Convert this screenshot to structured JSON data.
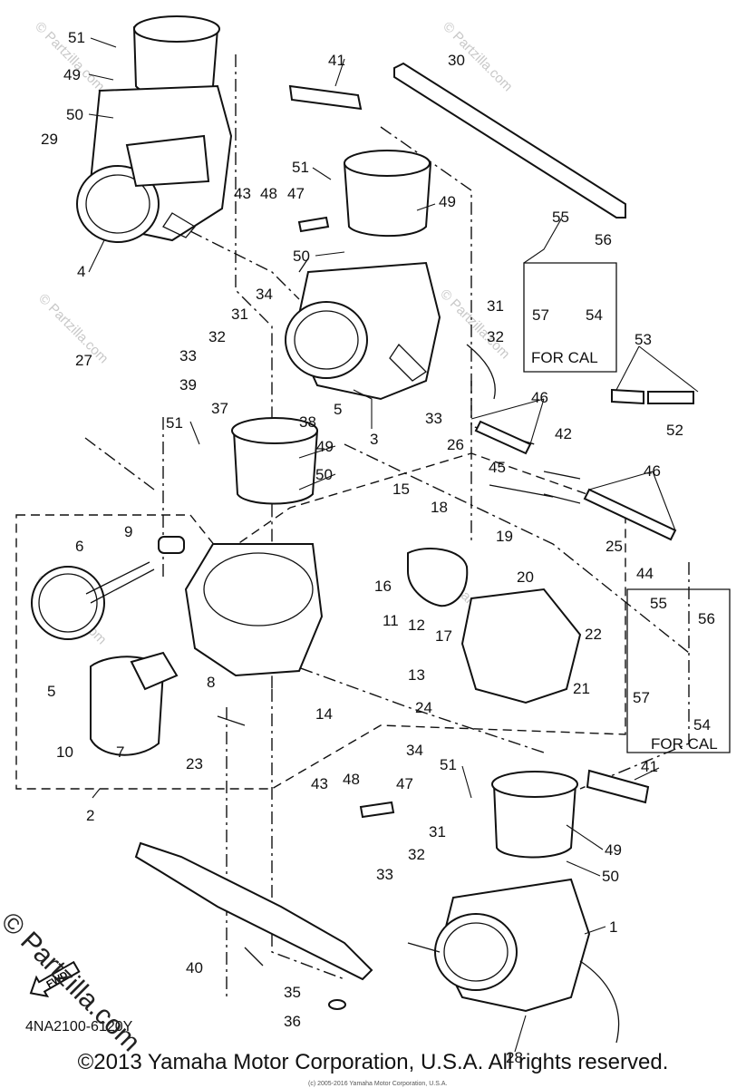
{
  "diagram_code": "4NA2100-6120Y",
  "copyright": "©2013 Yamaha Motor Corporation, U.S.A. All rights reserved.",
  "watermark": "© Partzilla.com",
  "small_print": "(c) 2005-2016 Yamaha Motor Corporation, U.S.A.",
  "fwd_label": "FWD",
  "for_cal_label": "FOR CAL",
  "callouts": [
    "1",
    "2",
    "3",
    "4",
    "5",
    "6",
    "7",
    "8",
    "9",
    "10",
    "11",
    "12",
    "13",
    "14",
    "15",
    "16",
    "17",
    "18",
    "19",
    "20",
    "21",
    "22",
    "23",
    "24",
    "25",
    "26",
    "27",
    "28",
    "29",
    "30",
    "31",
    "32",
    "33",
    "34",
    "35",
    "36",
    "37",
    "38",
    "39",
    "40",
    "41",
    "42",
    "43",
    "44",
    "45",
    "46",
    "47",
    "48",
    "49",
    "50",
    "51",
    "52",
    "53",
    "54",
    "55",
    "56",
    "57"
  ]
}
